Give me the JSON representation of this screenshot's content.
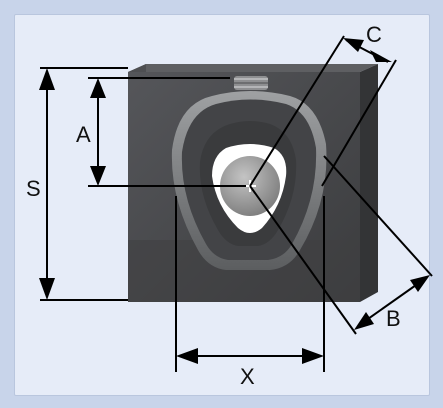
{
  "diagram": {
    "labels": {
      "a": "A",
      "b": "B",
      "c": "C",
      "s": "S",
      "x": "X"
    }
  },
  "colors": {
    "background": "#c8d4ea",
    "panel": "#e6ecf8",
    "block_front": "#48494b",
    "block_top": "#5a5b5d",
    "block_side": "#3a3b3d",
    "pocket": "#3f4042",
    "pocket_rim": "#8a8c8e",
    "window": "#ffffff",
    "insert_disc": "#9a9a9a",
    "dimension_lines": "#000000"
  }
}
